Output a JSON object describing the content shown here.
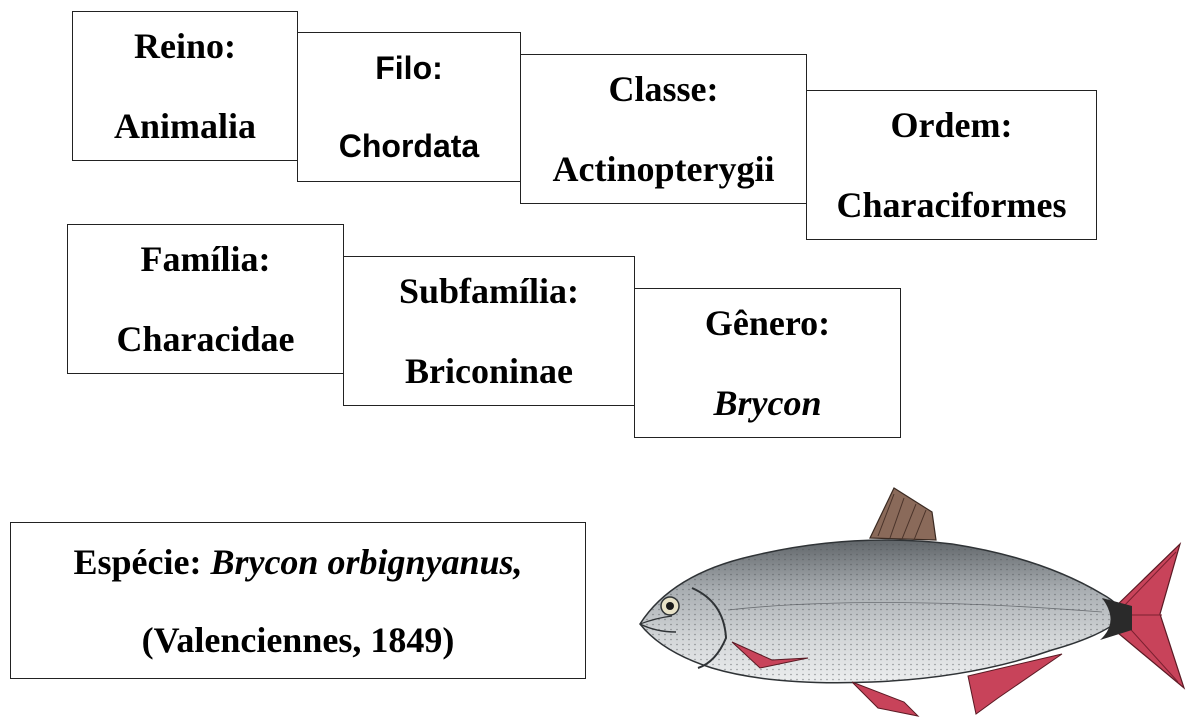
{
  "taxonomy": {
    "reino": {
      "label": "Reino:",
      "value": "Animalia"
    },
    "filo": {
      "label": "Filo:",
      "value": "Chordata"
    },
    "classe": {
      "label": "Classe:",
      "value": "Actinopterygii"
    },
    "ordem": {
      "label": "Ordem:",
      "value": "Characiformes"
    },
    "familia": {
      "label": "Família:",
      "value": "Characidae"
    },
    "subfamilia": {
      "label": "Subfamília:",
      "value": "Briconinae"
    },
    "genero": {
      "label": "Gênero:",
      "value": "Brycon"
    },
    "especie": {
      "label": "Espécie:",
      "name": "Brycon orbignyanus,",
      "author": "(Valenciennes, 1849)"
    }
  },
  "illustration": {
    "icon": "fish-illustration",
    "colors": {
      "body": "#b8bcbf",
      "back": "#6f7478",
      "fins": "#c8435a",
      "dorsal": "#8a6a5a",
      "tail_band": "#2a2a2a"
    }
  }
}
